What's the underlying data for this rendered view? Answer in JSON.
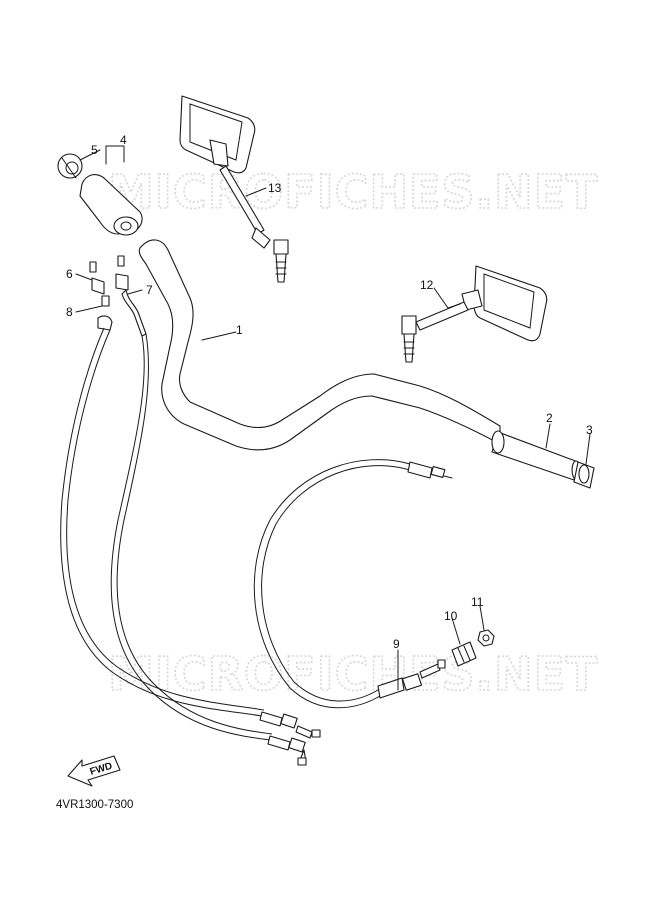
{
  "watermark": "MICROFICHES.NET",
  "diagram_code": "4VR1300-7300",
  "direction_label": "FWD",
  "callouts": [
    "1",
    "2",
    "3",
    "4",
    "5",
    "6",
    "7",
    "8",
    "9",
    "10",
    "11",
    "12",
    "13"
  ]
}
